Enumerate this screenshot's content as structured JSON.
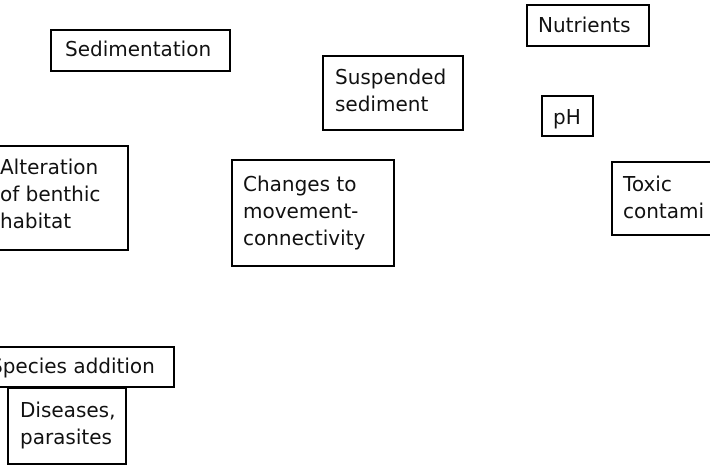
{
  "boxes": {
    "sedimentation": {
      "line1": "Sedimentation"
    },
    "nutrients": {
      "line1": "Nutrients"
    },
    "suspended_sediment": {
      "line1": "Suspended",
      "line2": "sediment"
    },
    "ph": {
      "line1": "pH"
    },
    "alteration": {
      "line1": "Alteration",
      "line2": "of benthic",
      "line3": "habitat"
    },
    "changes": {
      "line1": "Changes to",
      "line2": "movement-",
      "line3": "connectivity"
    },
    "toxic": {
      "line1": "Toxic",
      "line2": "contami"
    },
    "species_addition": {
      "line1": "Species addition"
    },
    "diseases": {
      "line1": "Diseases,",
      "line2": "parasites"
    }
  }
}
